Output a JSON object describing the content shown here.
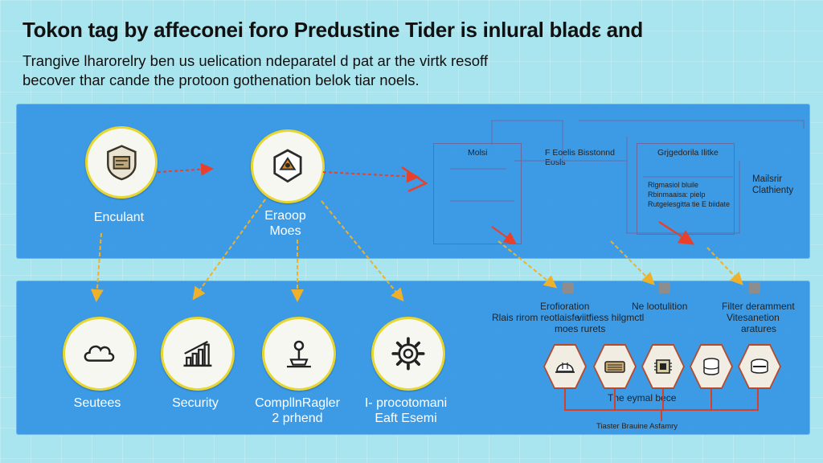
{
  "header": {
    "title": "Tokon tag by affeconei foro Predustine Tider is inlural bladε and",
    "subtitle_line1": "Trangive lharorelry ben us uelication ndeparatel d pat ar the virtk resoff",
    "subtitle_line2": "becover thar cande the protoon gothenation belok tiar noels."
  },
  "top_panel": {
    "node1": {
      "label": "Enculant",
      "icon": "shield-badge-icon"
    },
    "node2": {
      "label_line1": "Eraoop",
      "label_line2": "Moes",
      "icon": "hexagon-shield-icon"
    },
    "box_left_label": "Molsi",
    "box_mid_label_line1": "F Eoelis Bisstonnd",
    "box_mid_label_line2": "Eosls",
    "box_right_title": "Grjgedorila Ilitke",
    "box_right_rows": [
      "Rlgmasiol bluile",
      "Rbinmaaisa: pielp",
      "Rutgelesgitta tie E biidate"
    ],
    "side_label_line1": "Mailsrir",
    "side_label_line2": "Clathienty"
  },
  "bottom_panel": {
    "nodes": [
      {
        "label": "Seutees",
        "icon": "cloud-icon"
      },
      {
        "label": "Security",
        "icon": "bar-chart-icon"
      },
      {
        "label_line1": "CompllnRagler",
        "label_line2": "2 prhend",
        "icon": "pin-stand-icon"
      },
      {
        "label_line1": "I- procotomani",
        "label_line2": "Eaft Esemi",
        "icon": "gear-icon"
      }
    ],
    "right_cols": [
      {
        "line1": "Erofioration",
        "line2": "Rlais rirom reotlaisfe",
        "line3": ""
      },
      {
        "line1": "Ne lootulition",
        "line2": "viitfiess hilgmctl",
        "line3": "moes     rurets"
      },
      {
        "line1": "Filter deramment",
        "line2": "Vitesanetion",
        "line3": "aratures"
      }
    ],
    "flow_label": "The eymal bece",
    "footer_label": "Tiaster Brauine Asfamry"
  },
  "colors": {
    "background": "#a9e5ee",
    "panel": "#3d9be6",
    "node_ring": "#e8d631",
    "arrow_red": "#e8402a",
    "arrow_yellow": "#f0b12a",
    "hex_border": "#b24a2c"
  }
}
